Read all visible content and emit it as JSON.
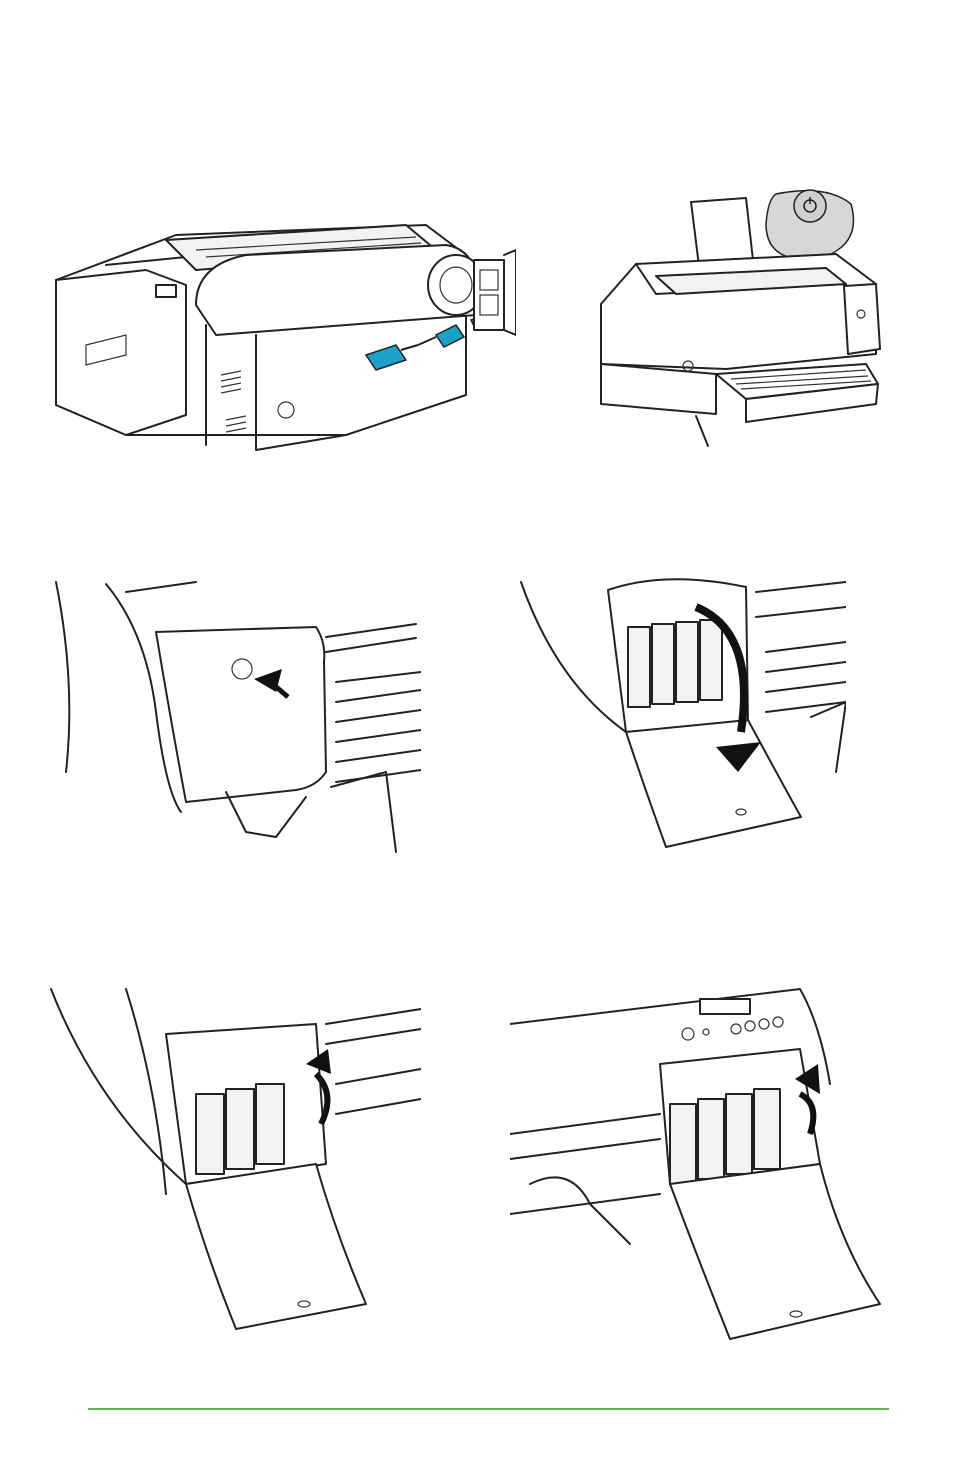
{
  "page": {
    "footer_rule_color": "#5cb84a"
  },
  "figures": [
    {
      "id": "plug-in-power-cord",
      "icon": "printer-power-cord"
    },
    {
      "id": "press-power-button",
      "icon": "printer-power-button"
    },
    {
      "id": "press-ink-door",
      "icon": "ink-compartment-press"
    },
    {
      "id": "ink-door-opens",
      "icon": "ink-compartment-open"
    },
    {
      "id": "lever-left-side",
      "icon": "ink-lever-left"
    },
    {
      "id": "lever-right-side",
      "icon": "ink-lever-right"
    }
  ],
  "colors": {
    "power_cord": "#1aa3c8",
    "outlet_plug": "#e23b3b",
    "line_art": "#222222"
  }
}
